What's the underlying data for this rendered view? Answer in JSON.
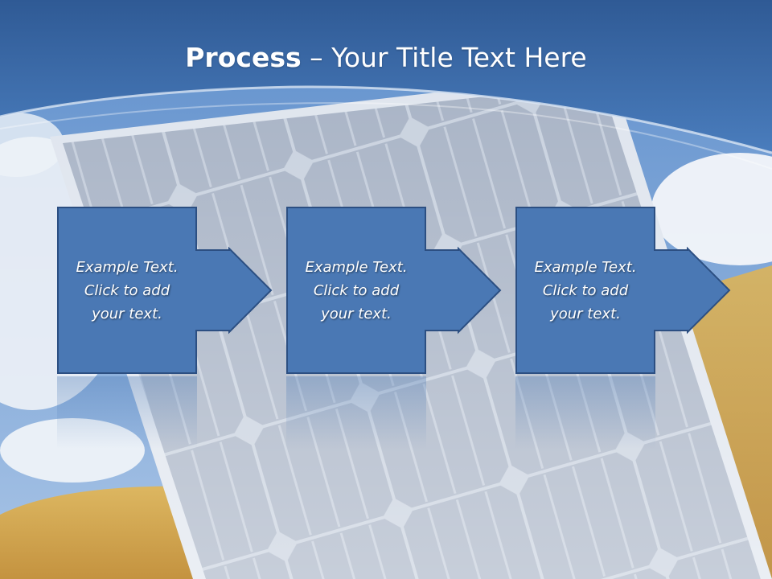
{
  "slide": {
    "title_bold": "Process",
    "title_rest": " – Your Title Text Here"
  },
  "steps": [
    {
      "line1": "Example Text.",
      "line2": "Click  to add",
      "line3": "your text."
    },
    {
      "line1": "Example Text.",
      "line2": "Click  to add",
      "line3": "your text."
    },
    {
      "line1": "Example Text.",
      "line2": "Click  to add",
      "line3": "your text."
    }
  ],
  "colors": {
    "header_blue": "#3f6fae",
    "box_fill": "#4a78b4",
    "box_border": "#2c4f82",
    "sky": "#6f9bd0",
    "panel": "#b9c3d3"
  }
}
